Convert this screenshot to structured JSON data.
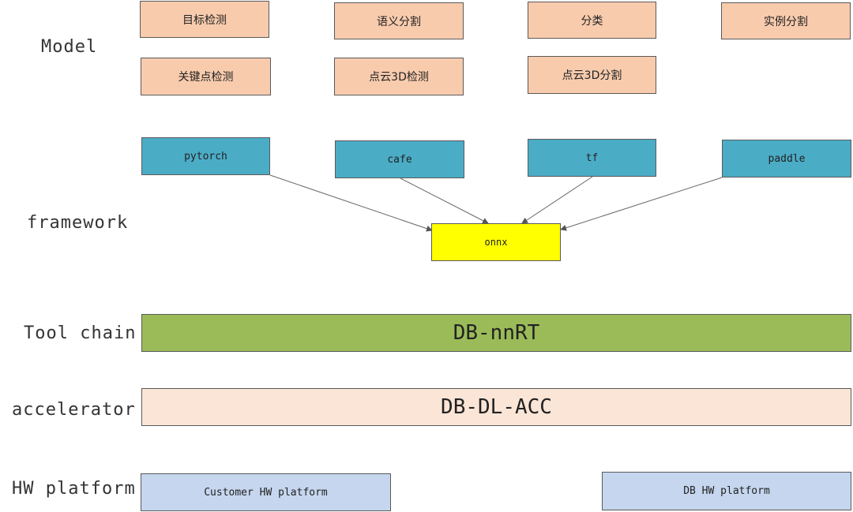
{
  "layers": {
    "model": "Model",
    "framework": "framework",
    "toolchain": "Tool chain",
    "accelerator": "accelerator",
    "hw": "HW platform"
  },
  "models": {
    "detection": "目标检测",
    "segmentation": "语义分割",
    "classification": "分类",
    "instance_segmentation": "实例分割",
    "keypoint": "关键点检测",
    "pointcloud_3d_detection": "点云3D检测",
    "pointcloud_3d_segmentation": "点云3D分割"
  },
  "frameworks": {
    "pytorch": "pytorch",
    "cafe": "cafe",
    "tf": "tf",
    "paddle": "paddle"
  },
  "onnx": "onnx",
  "toolchain": "DB-nnRT",
  "accelerator": "DB-DL-ACC",
  "hw": {
    "customer": "Customer HW platform",
    "db": "DB HW platform"
  },
  "colors": {
    "model": "#f8cbad",
    "framework": "#4bacc6",
    "onnx": "#ffff00",
    "toolchain": "#9bbb59",
    "accelerator": "#fbe5d6",
    "hw": "#c5d6ee"
  }
}
